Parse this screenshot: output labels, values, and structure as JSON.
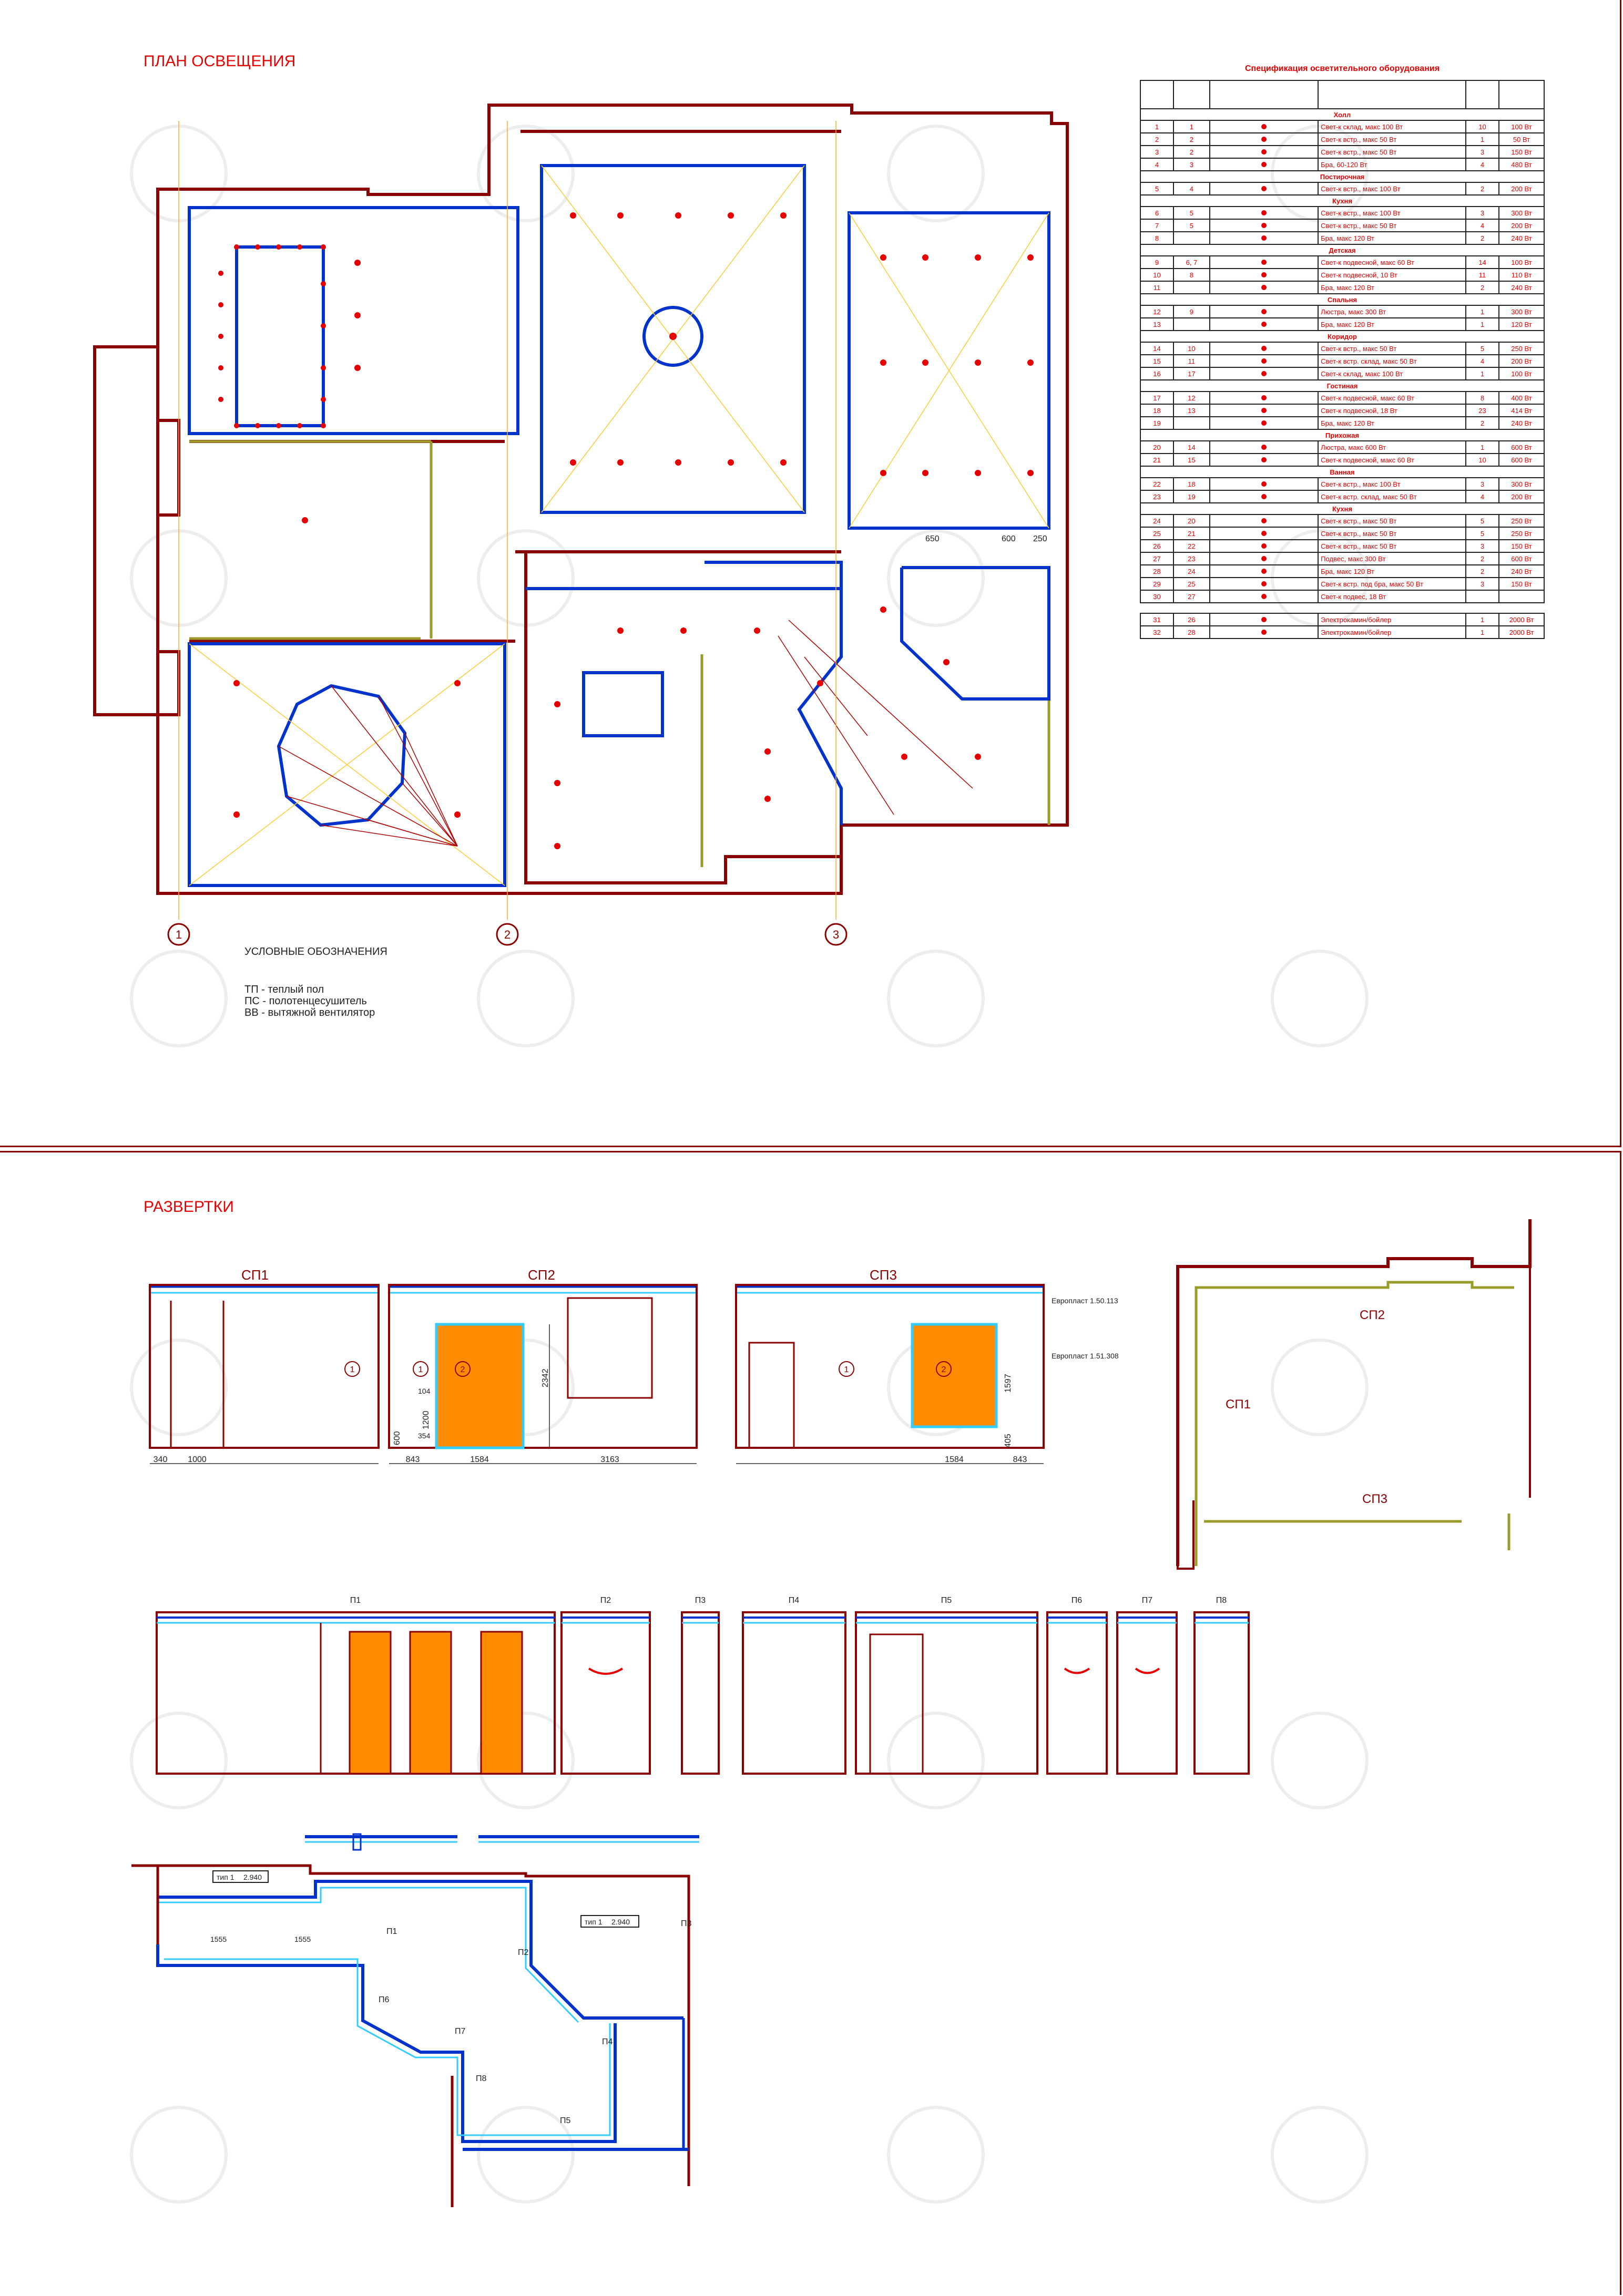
{
  "sheets": {
    "lighting_plan_title": "ПЛАН ОСВЕЩЕНИЯ",
    "unfoldings_title": "РАЗВЕРТКИ"
  },
  "legend": {
    "title": "УСЛОВНЫЕ ОБОЗНАЧЕНИЯ",
    "items": [
      "ТП - теплый пол",
      "ПС - полотенцесушитель",
      "ВВ - вытяжной вентилятор"
    ]
  },
  "axes": [
    "1",
    "2",
    "3"
  ],
  "plan_dims": [
    "650",
    "600",
    "250"
  ],
  "spec_table": {
    "caption": "Спецификация осветительного оборудования",
    "rows": [
      {
        "type": "section",
        "label": "Холл"
      },
      {
        "type": "row",
        "c": [
          "1",
          "1",
          "Свет-к склад, макс 100 Вт",
          "10",
          "100 Вт"
        ]
      },
      {
        "type": "row",
        "c": [
          "2",
          "2",
          "Свет-к встр., макс 50 Вт",
          "1",
          "50 Вт"
        ]
      },
      {
        "type": "row",
        "c": [
          "3",
          "2",
          "Свет-к встр., макс 50 Вт",
          "3",
          "150 Вт"
        ]
      },
      {
        "type": "row",
        "c": [
          "4",
          "3",
          "Бра, 60-120 Вт",
          "4",
          "480 Вт"
        ]
      },
      {
        "type": "section",
        "label": "Постирочная"
      },
      {
        "type": "row",
        "c": [
          "5",
          "4",
          "Свет-к встр., макс 100 Вт",
          "2",
          "200 Вт"
        ]
      },
      {
        "type": "section",
        "label": "Кухня"
      },
      {
        "type": "row",
        "c": [
          "6",
          "5",
          "Свет-к встр., макс 100 Вт",
          "3",
          "300 Вт"
        ]
      },
      {
        "type": "row",
        "c": [
          "7",
          "5",
          "Свет-к встр., макс 50 Вт",
          "4",
          "200 Вт"
        ]
      },
      {
        "type": "row",
        "c": [
          "8",
          "",
          "Бра, макс 120 Вт",
          "2",
          "240 Вт"
        ]
      },
      {
        "type": "section",
        "label": "Детская"
      },
      {
        "type": "row",
        "c": [
          "9",
          "6, 7",
          "Свет-к подвесной, макс 60 Вт",
          "14",
          "100 Вт"
        ]
      },
      {
        "type": "row",
        "c": [
          "10",
          "8",
          "Свет-к подвесной, 10 Вт",
          "11",
          "110 Вт"
        ]
      },
      {
        "type": "row",
        "c": [
          "11",
          "",
          "Бра, макс 120 Вт",
          "2",
          "240 Вт"
        ]
      },
      {
        "type": "section",
        "label": "Спальня"
      },
      {
        "type": "row",
        "c": [
          "12",
          "9",
          "Люстра, макс 300 Вт",
          "1",
          "300 Вт"
        ]
      },
      {
        "type": "row",
        "c": [
          "13",
          "",
          "Бра, макс 120 Вт",
          "1",
          "120 Вт"
        ]
      },
      {
        "type": "section",
        "label": "Коридор"
      },
      {
        "type": "row",
        "c": [
          "14",
          "10",
          "Свет-к встр., макс 50 Вт",
          "5",
          "250 Вт"
        ]
      },
      {
        "type": "row",
        "c": [
          "15",
          "11",
          "Свет-к встр. склад, макс 50 Вт",
          "4",
          "200 Вт"
        ]
      },
      {
        "type": "row",
        "c": [
          "16",
          "17",
          "Свет-к склад, макс 100 Вт",
          "1",
          "100 Вт"
        ]
      },
      {
        "type": "section",
        "label": "Гостиная"
      },
      {
        "type": "row",
        "c": [
          "17",
          "12",
          "Свет-к подвесной, макс 60 Вт",
          "8",
          "400 Вт"
        ]
      },
      {
        "type": "row",
        "c": [
          "18",
          "13",
          "Свет-к подвесной, 18 Вт",
          "23",
          "414 Вт"
        ]
      },
      {
        "type": "row",
        "c": [
          "19",
          "",
          "Бра, макс 120 Вт",
          "2",
          "240 Вт"
        ]
      },
      {
        "type": "section",
        "label": "Прихожая"
      },
      {
        "type": "row",
        "c": [
          "20",
          "14",
          "Люстра, макс 600 Вт",
          "1",
          "600 Вт"
        ]
      },
      {
        "type": "row",
        "c": [
          "21",
          "15",
          "Свет-к подвесной, макс 60 Вт",
          "10",
          "600 Вт"
        ]
      },
      {
        "type": "section",
        "label": "Ванная"
      },
      {
        "type": "row",
        "c": [
          "22",
          "18",
          "Свет-к встр., макс 100 Вт",
          "3",
          "300 Вт"
        ]
      },
      {
        "type": "row",
        "c": [
          "23",
          "19",
          "Свет-к встр. склад, макс 50 Вт",
          "4",
          "200 Вт"
        ]
      },
      {
        "type": "section",
        "label": "Кухня"
      },
      {
        "type": "row",
        "c": [
          "24",
          "20",
          "Свет-к встр., макс 50 Вт",
          "5",
          "250 Вт"
        ]
      },
      {
        "type": "row",
        "c": [
          "25",
          "21",
          "Свет-к встр., макс 50 Вт",
          "5",
          "250 Вт"
        ]
      },
      {
        "type": "row",
        "c": [
          "26",
          "22",
          "Свет-к встр., макс 50 Вт",
          "3",
          "150 Вт"
        ]
      },
      {
        "type": "row",
        "c": [
          "27",
          "23",
          "Подвес, макс 300 Вт",
          "2",
          "600 Вт"
        ]
      },
      {
        "type": "row",
        "c": [
          "28",
          "24",
          "Бра, макс 120 Вт",
          "2",
          "240 Вт"
        ]
      },
      {
        "type": "row",
        "c": [
          "29",
          "25",
          "Свет-к встр. под бра, макс 50 Вт",
          "3",
          "150 Вт"
        ]
      },
      {
        "type": "row",
        "c": [
          "30",
          "27",
          "Свет-к подвес, 18 Вт",
          "",
          ""
        ]
      },
      {
        "type": "gap",
        "label": ""
      },
      {
        "type": "row",
        "c": [
          "31",
          "26",
          "Электрокамин/бойлер",
          "1",
          "2000 Вт"
        ]
      },
      {
        "type": "row",
        "c": [
          "32",
          "28",
          "Электрокамин/бойлер",
          "1",
          "2000 Вт"
        ]
      }
    ]
  },
  "unfoldings": {
    "sp1": {
      "title": "СП1",
      "dims": [
        "340",
        "1000"
      ],
      "circle": "1"
    },
    "sp2": {
      "title": "СП2",
      "dims": [
        "843",
        "1584",
        "3163"
      ],
      "vert": [
        "2342",
        "1200",
        "600"
      ],
      "small": [
        "104",
        "354"
      ],
      "circles": [
        "1",
        "2"
      ]
    },
    "sp3": {
      "title": "СП3",
      "dims": [
        "1584",
        "843"
      ],
      "vert": [
        "1597",
        "405"
      ],
      "circles": [
        "1",
        "2"
      ],
      "notes": [
        "Европласт 1.50.113",
        "Европласт 1.51.308"
      ]
    },
    "key_plan": {
      "sp1": "СП1",
      "sp2": "СП2",
      "sp3": "СП3"
    },
    "panels": [
      "П1",
      "П2",
      "П3",
      "П4",
      "П5",
      "П6",
      "П7",
      "П8"
    ],
    "bottom_plan": {
      "labels": [
        "П1",
        "П2",
        "П3",
        "П4",
        "П5",
        "П6",
        "П7",
        "П8"
      ],
      "dims": [
        "1555",
        "1555"
      ],
      "tags": [
        "тип 1",
        "2.940",
        "тип 1",
        "2.940"
      ]
    }
  },
  "colors": {
    "frame": "#8b0000",
    "blue": "#0033cc",
    "light_blue": "#33ccff",
    "red": "#e60000",
    "olive": "#9b9b2a",
    "orange": "#ff8c00",
    "yellow": "#ffcc33"
  }
}
